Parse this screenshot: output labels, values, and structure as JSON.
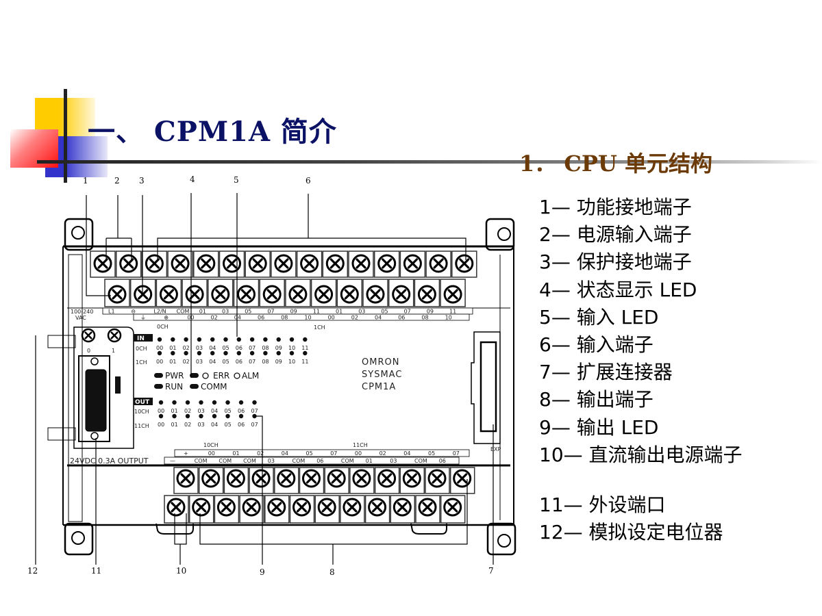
{
  "slide": {
    "title": "一、 CPM1A 简介",
    "subtitle": "1． CPU 单元结构"
  },
  "legend": [
    {
      "num": "1",
      "text": "1— 功能接地端子"
    },
    {
      "num": "2",
      "text": "2— 电源输入端子"
    },
    {
      "num": "3",
      "text": "3— 保护接地端子"
    },
    {
      "num": "4",
      "text": "4— 状态显示 LED"
    },
    {
      "num": "5",
      "text": "5— 输入 LED"
    },
    {
      "num": "6",
      "text": "6— 输入端子"
    },
    {
      "num": "7",
      "text": "7— 扩展连接器"
    },
    {
      "num": "8",
      "text": "8— 输出端子"
    },
    {
      "num": "9",
      "text": "9— 输出 LED"
    },
    {
      "num": "10",
      "text": "10— 直流输出电源端子"
    },
    {
      "num": "11",
      "text": "11— 外设端口"
    },
    {
      "num": "12",
      "text": "12— 模拟设定电位器"
    }
  ],
  "diagram": {
    "callouts_top": [
      "1",
      "2",
      "3",
      "4",
      "5",
      "6"
    ],
    "callouts_bottom": [
      "12",
      "11",
      "10",
      "9",
      "8",
      "7"
    ],
    "power_label_1": "100-240",
    "power_label_2": "VAC",
    "top_row_labels": [
      "L1",
      "⊖",
      "L2/N",
      "COM",
      "01",
      "03",
      "05",
      "07",
      "09",
      "11",
      "01",
      "03",
      "05",
      "07",
      "09",
      "11"
    ],
    "bottom_row_labels": [
      "⏚",
      "⊕",
      "00",
      "02",
      "04",
      "06",
      "08",
      "10",
      "00",
      "02",
      "04",
      "06",
      "08",
      "10"
    ],
    "in_channel_0": "0CH",
    "in_channel_1": "1CH",
    "in_badge": "IN",
    "out_badge": "OUT",
    "in_row_labels": [
      "0CH",
      "1CH"
    ],
    "in_bits": [
      "00",
      "01",
      "02",
      "03",
      "04",
      "05",
      "06",
      "07",
      "08",
      "09",
      "10",
      "11"
    ],
    "status_leds": [
      "PWR",
      "ERR",
      "ALM",
      "RUN",
      "COMM"
    ],
    "out_row_labels": [
      "10CH",
      "11CH"
    ],
    "out_bits": [
      "00",
      "01",
      "02",
      "03",
      "04",
      "05",
      "06",
      "07"
    ],
    "brand_lines": [
      "OMRON",
      "SYSMAC",
      "CPM1A"
    ],
    "pot_labels": [
      "0",
      "1"
    ],
    "exp_label": "EXP",
    "dc_output_label": "24VDC 0.3A OUTPUT",
    "out_ch_10": "10CH",
    "out_ch_11": "11CH",
    "out_top_labels": [
      "+",
      "00",
      "01",
      "02",
      "04",
      "05",
      "07",
      "00",
      "02",
      "04",
      "05",
      "07"
    ],
    "out_bottom_labels": [
      "—",
      "COM",
      "COM",
      "COM",
      "03",
      "COM",
      "06",
      "COM",
      "01",
      "03",
      "COM",
      "06"
    ]
  }
}
